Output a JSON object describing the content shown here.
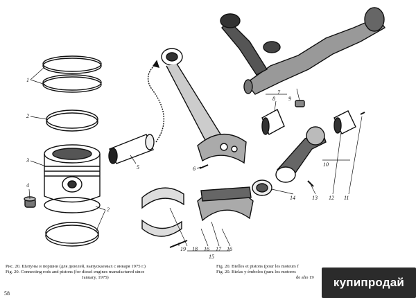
{
  "labels": {
    "n1": "1",
    "n2a": "2",
    "n3": "3",
    "n4": "4",
    "n2b": "2",
    "n5": "5",
    "n6": "6",
    "n7": "7",
    "n8": "8",
    "n9": "9",
    "n10": "10",
    "n11": "11",
    "n12": "12",
    "n13": "13",
    "n14": "14",
    "n15": "15",
    "n16a": "16",
    "n17": "17",
    "n16b": "16",
    "n18": "18",
    "n19": "19"
  },
  "caption_left": {
    "ru": "Рис. 20. Шатуны и поршни (для дизелей, выпускаемых с января 1975 г.)",
    "en_line1": "Fig. 20. Connecting rods and pistons (for diesel engines manufactured since",
    "en_line2": "January, 1975)"
  },
  "caption_right": {
    "fr": "Fig. 20. Bielles et pistons (pour les moteurs f",
    "es": "Fig. 20. Bielas y émbolos (para los motores",
    "es2": "de año 19"
  },
  "page_number": "58",
  "watermark": "купипродай"
}
